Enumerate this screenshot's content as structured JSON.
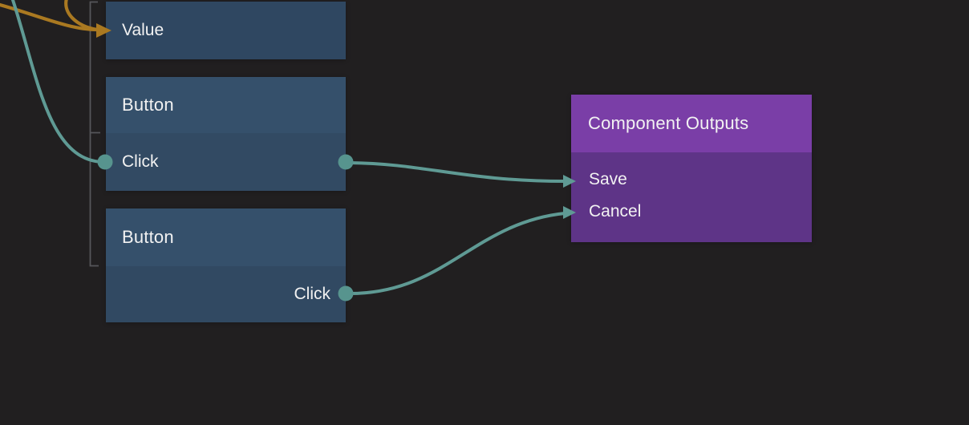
{
  "editor": {
    "background_color": "#211f20",
    "wire_teal_color": "#5f9a94",
    "wire_orange_color": "#aa7921",
    "bracket_color": "#56565a",
    "node_blue_header_color": "#35506b",
    "node_blue_body_color": "#324a63",
    "node_purple_header_color": "#7a3ea7",
    "node_purple_body_color": "#5e3487"
  },
  "nodes": {
    "value": {
      "port_label": "Value"
    },
    "button_top": {
      "title": "Button",
      "port_label": "Click"
    },
    "button_bottom": {
      "title": "Button",
      "port_label": "Click"
    },
    "component_outputs": {
      "title": "Component Outputs",
      "output_labels": [
        "Save",
        "Cancel"
      ]
    }
  }
}
